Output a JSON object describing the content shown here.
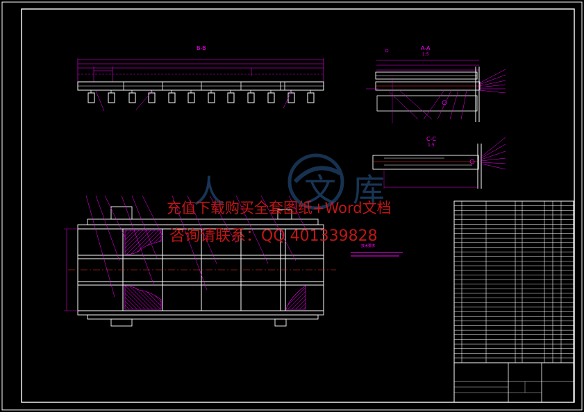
{
  "drawing": {
    "views": {
      "bb": "B-B",
      "aa": "A-A",
      "aa_scale": "1:5",
      "cc": "C-C",
      "cc_scale": "1:5"
    },
    "tech_requirements_title": "技术要求",
    "colors": {
      "background": "#000000",
      "frame": "#ffffff",
      "dimension": "#ff00ff",
      "watermark": "#d01818",
      "centerline": "#ff3030"
    }
  },
  "watermark": {
    "line1": "充值下载购买全套图纸+Word文档",
    "line2": "咨询请联系：QQ 401339828",
    "logo_chars": [
      "人",
      "文",
      "库"
    ]
  },
  "title_block": {
    "rows": 34
  }
}
